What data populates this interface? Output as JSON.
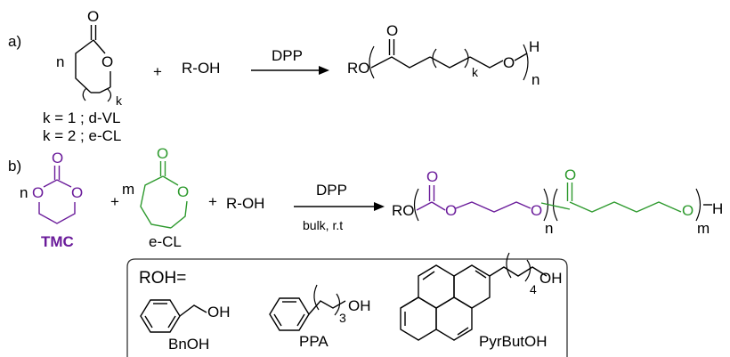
{
  "colors": {
    "black": "#000000",
    "blue": "#1a1aff",
    "purple": "#6a1b9a",
    "green": "#2e9a2e"
  },
  "panel_a": {
    "label": "a)",
    "monomer": {
      "n": "n",
      "k": "k",
      "o_carbonyl": "O",
      "o_ring": "O",
      "k1_line": "k = 1 ; d-VL",
      "k2_line": "k = 2 ; e-CL"
    },
    "plus": "+",
    "alcohol": "R-OH",
    "catalyst": "DPP",
    "product": {
      "ro": "RO",
      "o_carbonyl": "O",
      "k": "k",
      "o_chain": "O",
      "h": "H",
      "n": "n"
    }
  },
  "panel_b": {
    "label": "b)",
    "tmc": {
      "n": "n",
      "o_carbonyl": "O",
      "o_left": "O",
      "o_right": "O",
      "name": "TMC"
    },
    "plus1": "+",
    "cl": {
      "m": "m",
      "o_carbonyl": "O",
      "o_ring": "O",
      "name": "e-CL"
    },
    "plus2": "+",
    "alcohol": "R-OH",
    "catalyst": "DPP",
    "conditions": "bulk, r.t",
    "product": {
      "ro": "RO",
      "o_carbonate_co": "O",
      "o_carbonate_1": "O",
      "o_carbonate_2": "O",
      "n": "n",
      "o_ester_co": "O",
      "o_ester_chain": "O",
      "m": "m",
      "h": "H"
    }
  },
  "roh_box": {
    "title": "ROH=",
    "bnoh": {
      "oh": "OH",
      "name": "BnOH"
    },
    "ppa": {
      "sub": "3",
      "oh": "OH",
      "name": "PPA"
    },
    "pyr": {
      "sub": "4",
      "oh": "OH",
      "name": "PyrButOH"
    }
  }
}
